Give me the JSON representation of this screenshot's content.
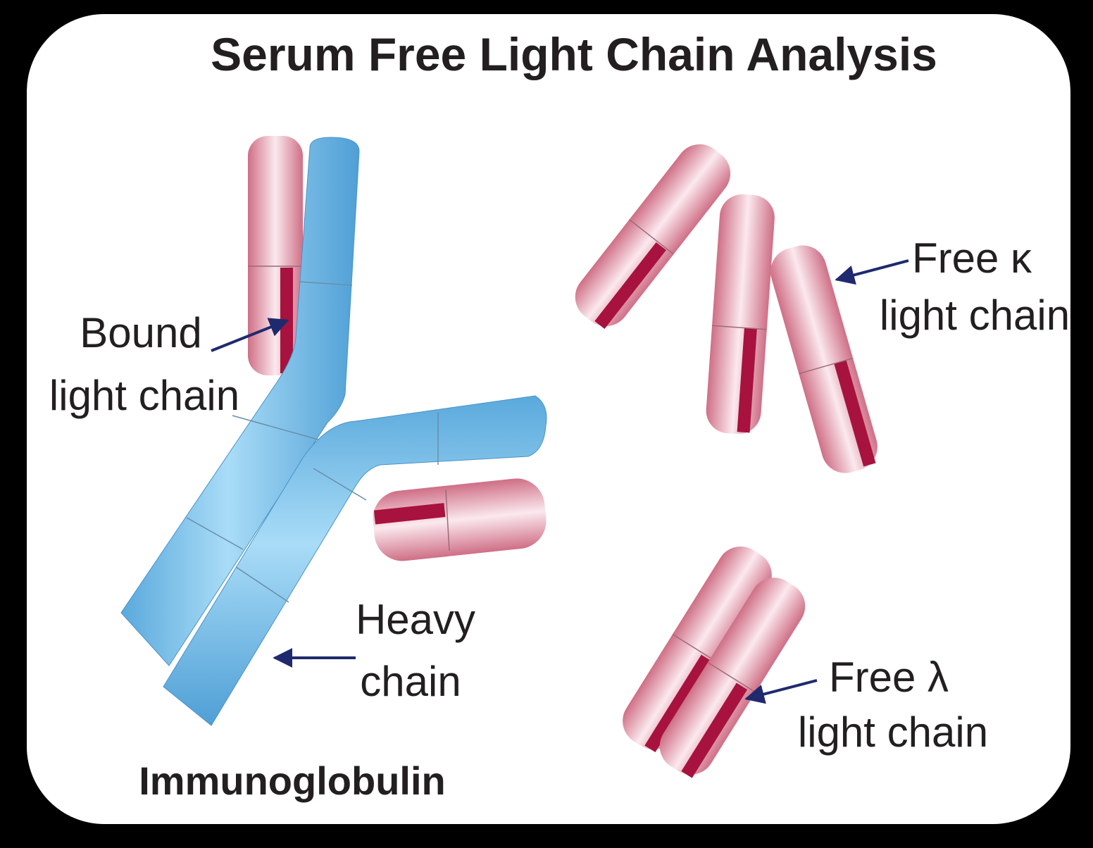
{
  "title": "Serum Free Light Chain Analysis",
  "labels": {
    "bound_line1": "Bound",
    "bound_line2": "light chain",
    "heavy_line1": "Heavy",
    "heavy_line2": "chain",
    "kappa_line1": "Free κ",
    "kappa_line2": "light chain",
    "lambda_line1": "Free λ",
    "lambda_line2": "light chain",
    "immunoglobulin": "Immunoglobulin"
  },
  "colors": {
    "background": "#000000",
    "card": "#ffffff",
    "heavy_chain": "#7ec3ea",
    "light_chain": "#e8a8b8",
    "light_chain_band": "#a8123f",
    "arrow": "#1f2a6e",
    "text": "#231f20"
  }
}
